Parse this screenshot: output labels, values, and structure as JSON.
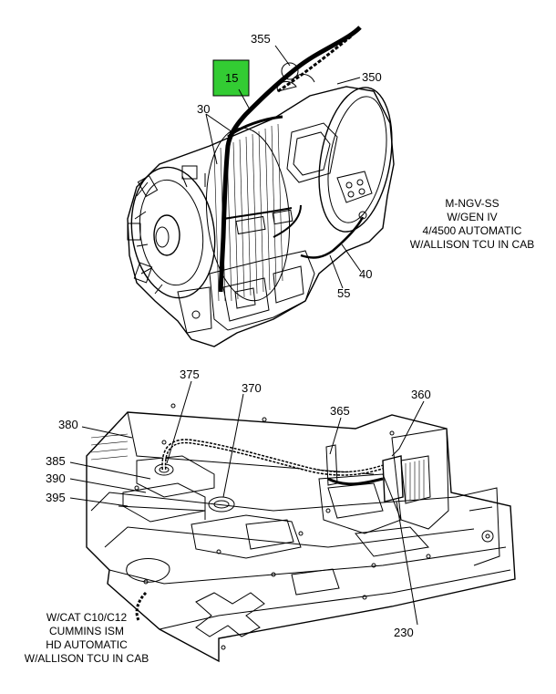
{
  "callouts": {
    "c355": "355",
    "c350": "350",
    "c15": "15",
    "c30": "30",
    "c40": "40",
    "c55": "55",
    "c375": "375",
    "c370": "370",
    "c365": "365",
    "c360": "360",
    "c380": "380",
    "c385": "385",
    "c390": "390",
    "c395": "395",
    "c230": "230"
  },
  "highlight_color": "#33cc33",
  "notes": {
    "top": [
      "M-NGV-SS",
      "W/GEN IV",
      "4/4500 AUTOMATIC",
      "W/ALLISON TCU IN CAB"
    ],
    "bottom": [
      "W/CAT C10/C12",
      "CUMMINS ISM",
      "HD AUTOMATIC",
      "W/ALLISON TCU IN CAB"
    ]
  }
}
